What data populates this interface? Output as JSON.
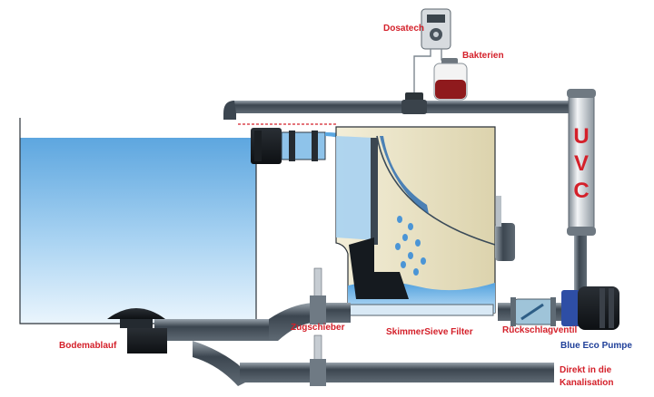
{
  "labels": {
    "dosatech": "Dosatech",
    "bakterien": "Bakterien",
    "uvc_letters": [
      "U",
      "V",
      "C"
    ],
    "bodenablauf": "Bodemablauf",
    "zugschieber": "Zugschieber",
    "filter": "SkimmerSieve Filter",
    "rueckschlagventil": "Rückschlagventil",
    "pumpe": "Blue Eco Pumpe",
    "direkt_line1": "Direkt in die",
    "direkt_line2": "Kanalisation"
  },
  "colors": {
    "label_red": "#d4202a",
    "label_blue": "#1f3f99",
    "pipe": "#4a5560",
    "water": "#8ec3ea",
    "filter_housing": "#e9e2c4"
  }
}
